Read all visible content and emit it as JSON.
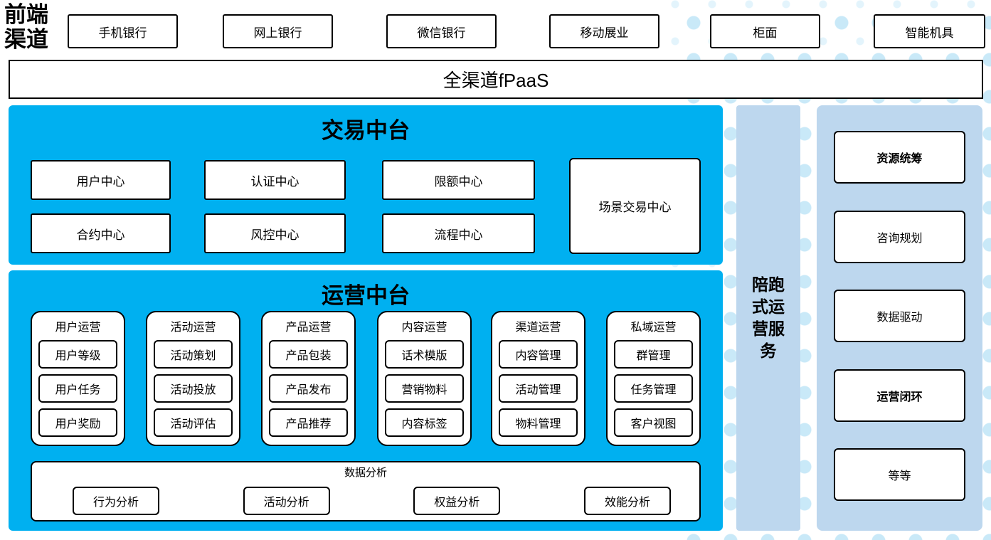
{
  "frontend_label": "前端渠道",
  "channels": [
    "手机银行",
    "网上银行",
    "微信银行",
    "移动展业",
    "柜面",
    "智能机具"
  ],
  "fpaas": "全渠道fPaaS",
  "transaction": {
    "title": "交易中台",
    "row1": [
      "用户中心",
      "认证中心",
      "限额中心"
    ],
    "row2": [
      "合约中心",
      "风控中心",
      "流程中心"
    ],
    "tall_box": "场景交易中心"
  },
  "operations": {
    "title": "运营中台",
    "groups": [
      {
        "title": "用户运营",
        "items": [
          "用户等级",
          "用户任务",
          "用户奖励"
        ]
      },
      {
        "title": "活动运营",
        "items": [
          "活动策划",
          "活动投放",
          "活动评估"
        ]
      },
      {
        "title": "产品运营",
        "items": [
          "产品包装",
          "产品发布",
          "产品推荐"
        ]
      },
      {
        "title": "内容运营",
        "items": [
          "话术模版",
          "营销物料",
          "内容标签"
        ]
      },
      {
        "title": "渠道运营",
        "items": [
          "内容管理",
          "活动管理",
          "物料管理"
        ]
      },
      {
        "title": "私域运营",
        "items": [
          "群管理",
          "任务管理",
          "客户视图"
        ]
      }
    ],
    "analysis": {
      "title": "数据分析",
      "items": [
        "行为分析",
        "活动分析",
        "权益分析",
        "效能分析"
      ]
    }
  },
  "side_bar_label": "陪跑式运营服务",
  "right_panel": {
    "items": [
      {
        "label": "资源统筹",
        "bold": true
      },
      {
        "label": "咨询规划",
        "bold": false
      },
      {
        "label": "数据驱动",
        "bold": false
      },
      {
        "label": "运营闭环",
        "bold": true
      },
      {
        "label": "等等",
        "bold": false
      }
    ]
  },
  "colors": {
    "accent_blue": "#00b0f0",
    "panel_light_blue": "#bdd7ee",
    "dot_strong": "#c9e9f8",
    "dot_light": "#e3f4fc"
  }
}
